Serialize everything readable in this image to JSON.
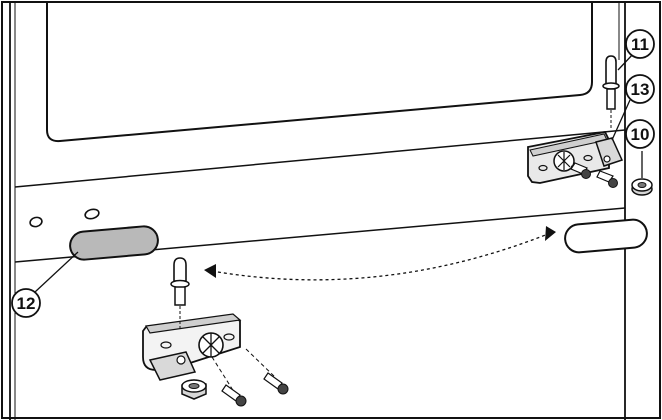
{
  "callouts": [
    {
      "id": "c10",
      "label": "10"
    },
    {
      "id": "c11",
      "label": "11"
    },
    {
      "id": "c12",
      "label": "12"
    },
    {
      "id": "c13",
      "label": "13"
    }
  ],
  "colors": {
    "line": "#111111",
    "background": "#ffffff",
    "part_shading": "#d6d6d6",
    "handle_fill": "#b9b9b9"
  }
}
